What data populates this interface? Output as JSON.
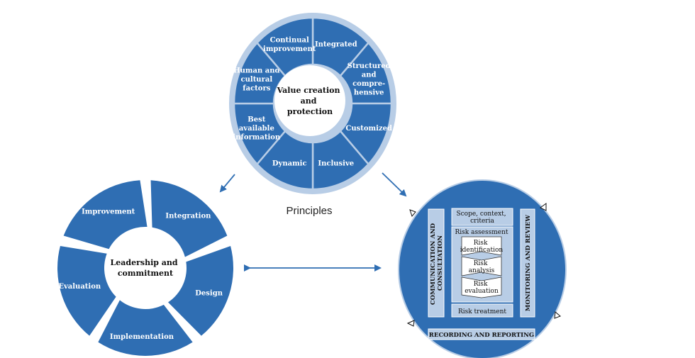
{
  "principles": {
    "center": [
      "Value creation",
      "and",
      "protection"
    ],
    "segments": [
      [
        "Integrated"
      ],
      [
        "Structured",
        "and",
        "compre-",
        "hensive"
      ],
      [
        "Customized"
      ],
      [
        "Inclusive"
      ],
      [
        "Dynamic"
      ],
      [
        "Best",
        "available",
        "information"
      ],
      [
        "Human and",
        "cultural",
        "factors"
      ],
      [
        "Continual",
        "improvement"
      ]
    ],
    "caption": "Principles"
  },
  "framework": {
    "center": [
      "Leadership and",
      "commitment"
    ],
    "segments": [
      [
        "Integration"
      ],
      [
        "Design"
      ],
      [
        "Implementation"
      ],
      [
        "Evaluation"
      ],
      [
        "Improvement"
      ]
    ]
  },
  "process": {
    "left_bar": [
      "COMMUNICATION AND",
      "CONSULTATION"
    ],
    "right_bar": "MONITORING AND REVIEW",
    "scope": [
      "Scope, context,",
      "criteria"
    ],
    "assessment": "Risk assessment",
    "steps": [
      [
        "Risk",
        "identification"
      ],
      [
        "Risk",
        "analysis"
      ],
      [
        "Risk",
        "evaluation"
      ]
    ],
    "treatment": "Risk treatment",
    "bottom_bar": "RECORDING AND REPORTING"
  },
  "colors": {
    "primary": "#2f6eb3",
    "light": "#b8cde6",
    "stroke": "#ffffff"
  }
}
